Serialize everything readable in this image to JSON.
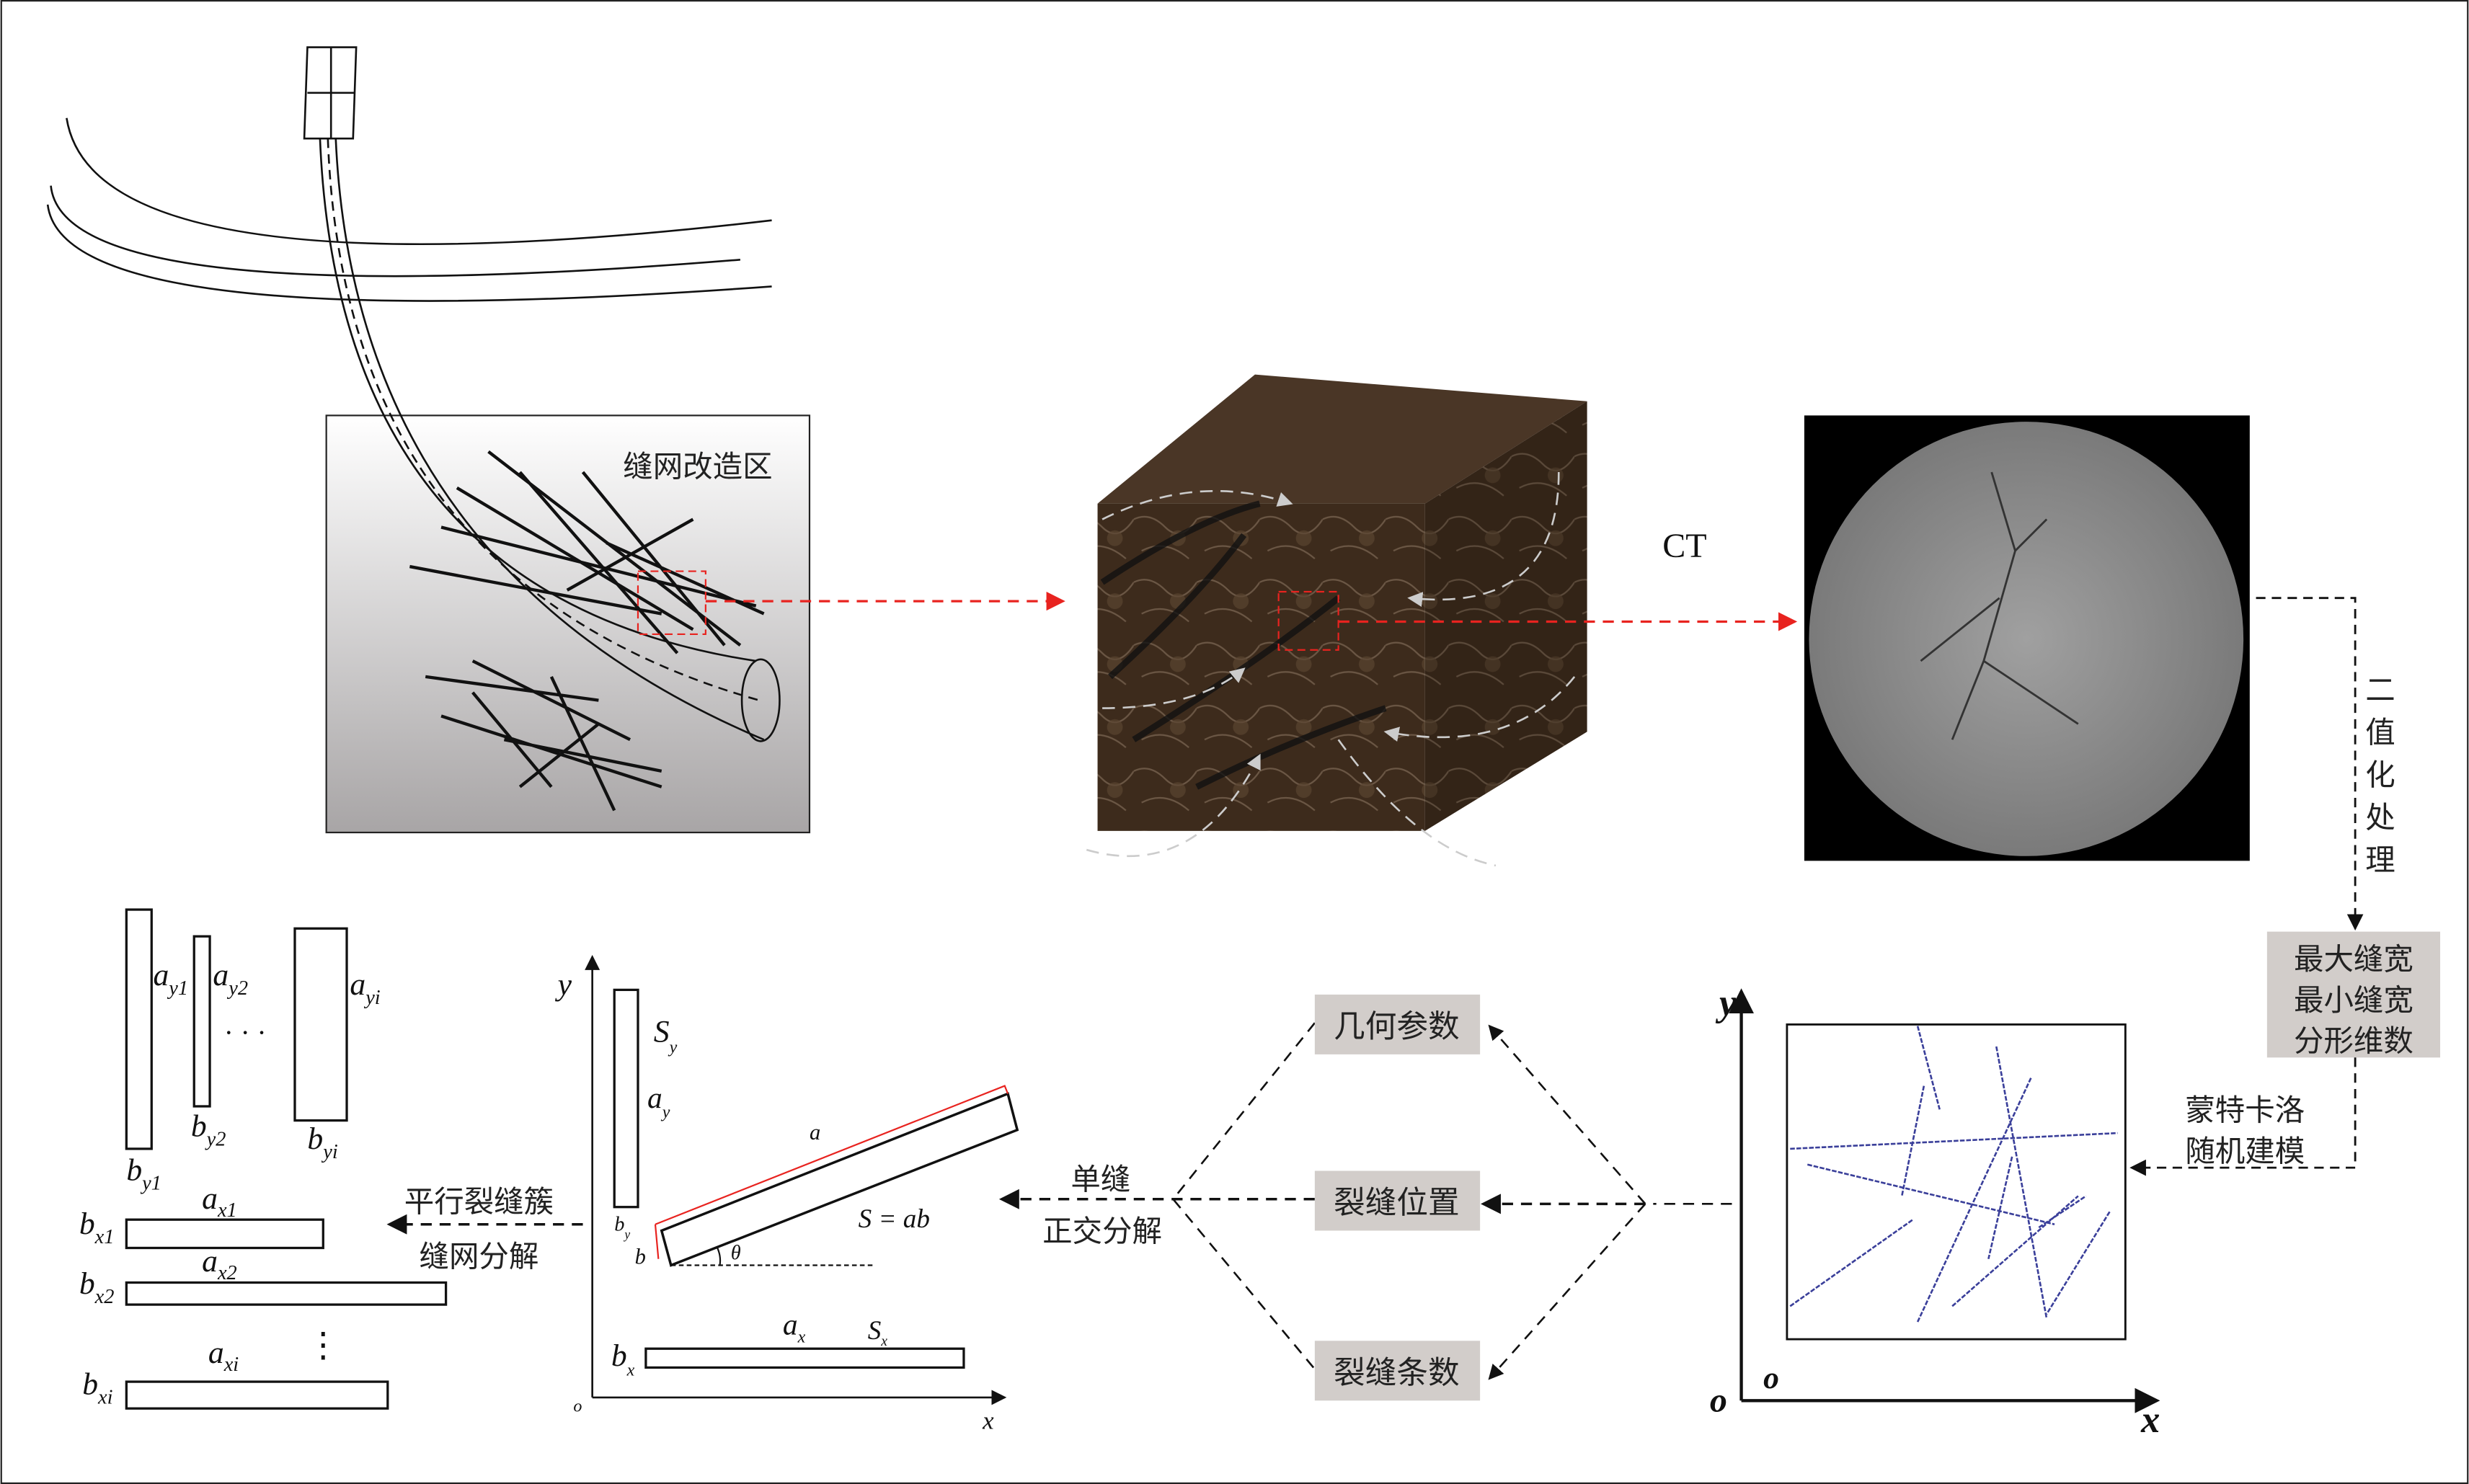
{
  "well": {
    "zone_label": "缝网改造区"
  },
  "ct": {
    "label": "CT"
  },
  "binarize": {
    "chars": [
      "二",
      "值",
      "化",
      "处",
      "理"
    ]
  },
  "params_box": {
    "lines": [
      "最大缝宽",
      "最小缝宽",
      "分形维数"
    ]
  },
  "monte_carlo": {
    "lines": [
      "蒙特卡洛",
      "随机建模"
    ]
  },
  "model_axes": {
    "y": "y",
    "x": "x",
    "o_outer": "o",
    "o_inner": "o"
  },
  "categories": {
    "geometry": "几何参数",
    "position": "裂缝位置",
    "count": "裂缝条数"
  },
  "single_fracture": {
    "lines": [
      "单缝",
      "正交分解"
    ]
  },
  "decomp": {
    "y": "y",
    "x": "x",
    "o": "o",
    "Sy": "S",
    "Sy_sub": "y",
    "ay": "a",
    "ay_sub": "y",
    "by": "b",
    "by_sub": "y",
    "a": "a",
    "b": "b",
    "theta": "θ",
    "S_eq": "S = ab",
    "ax": "a",
    "ax_sub": "x",
    "Sx": "S",
    "Sx_sub": "x",
    "bx": "b",
    "bx_sub": "x"
  },
  "parallel": {
    "lines": [
      "平行裂缝簇",
      "缝网分解"
    ]
  },
  "clusters": {
    "y": [
      {
        "a": "a",
        "a_sub": "y1",
        "b": "b",
        "b_sub": "y1"
      },
      {
        "a": "a",
        "a_sub": "y2",
        "b": "b",
        "b_sub": "y2"
      },
      {
        "a": "a",
        "a_sub": "yi",
        "b": "b",
        "b_sub": "yi"
      }
    ],
    "x": [
      {
        "a": "a",
        "a_sub": "x1",
        "b": "b",
        "b_sub": "x1"
      },
      {
        "a": "a",
        "a_sub": "x2",
        "b": "b",
        "b_sub": "x2"
      },
      {
        "a": "a",
        "a_sub": "xi",
        "b": "b",
        "b_sub": "xi"
      }
    ],
    "ellipsis_h": "· · ·",
    "ellipsis_v": "⋮"
  },
  "colors": {
    "red": "#e8231f",
    "gray_box": "#d2cdca",
    "blue": "#3a3f9a",
    "rock": "#3b2a1c"
  }
}
